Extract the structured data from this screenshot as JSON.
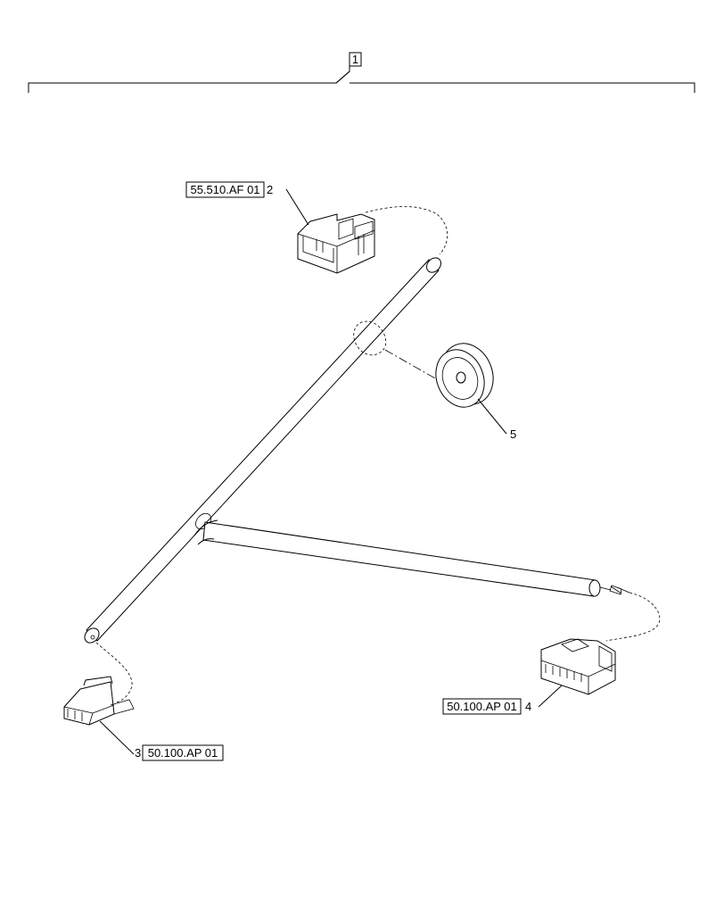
{
  "callouts": {
    "assembly": {
      "item": "1"
    },
    "connector_top": {
      "ref": "55.510.AF 01",
      "item": "2"
    },
    "connector_left": {
      "item": "3",
      "ref": "50.100.AP 01"
    },
    "connector_right": {
      "ref": "50.100.AP 01",
      "item": "4"
    },
    "grommet": {
      "item": "5"
    }
  }
}
